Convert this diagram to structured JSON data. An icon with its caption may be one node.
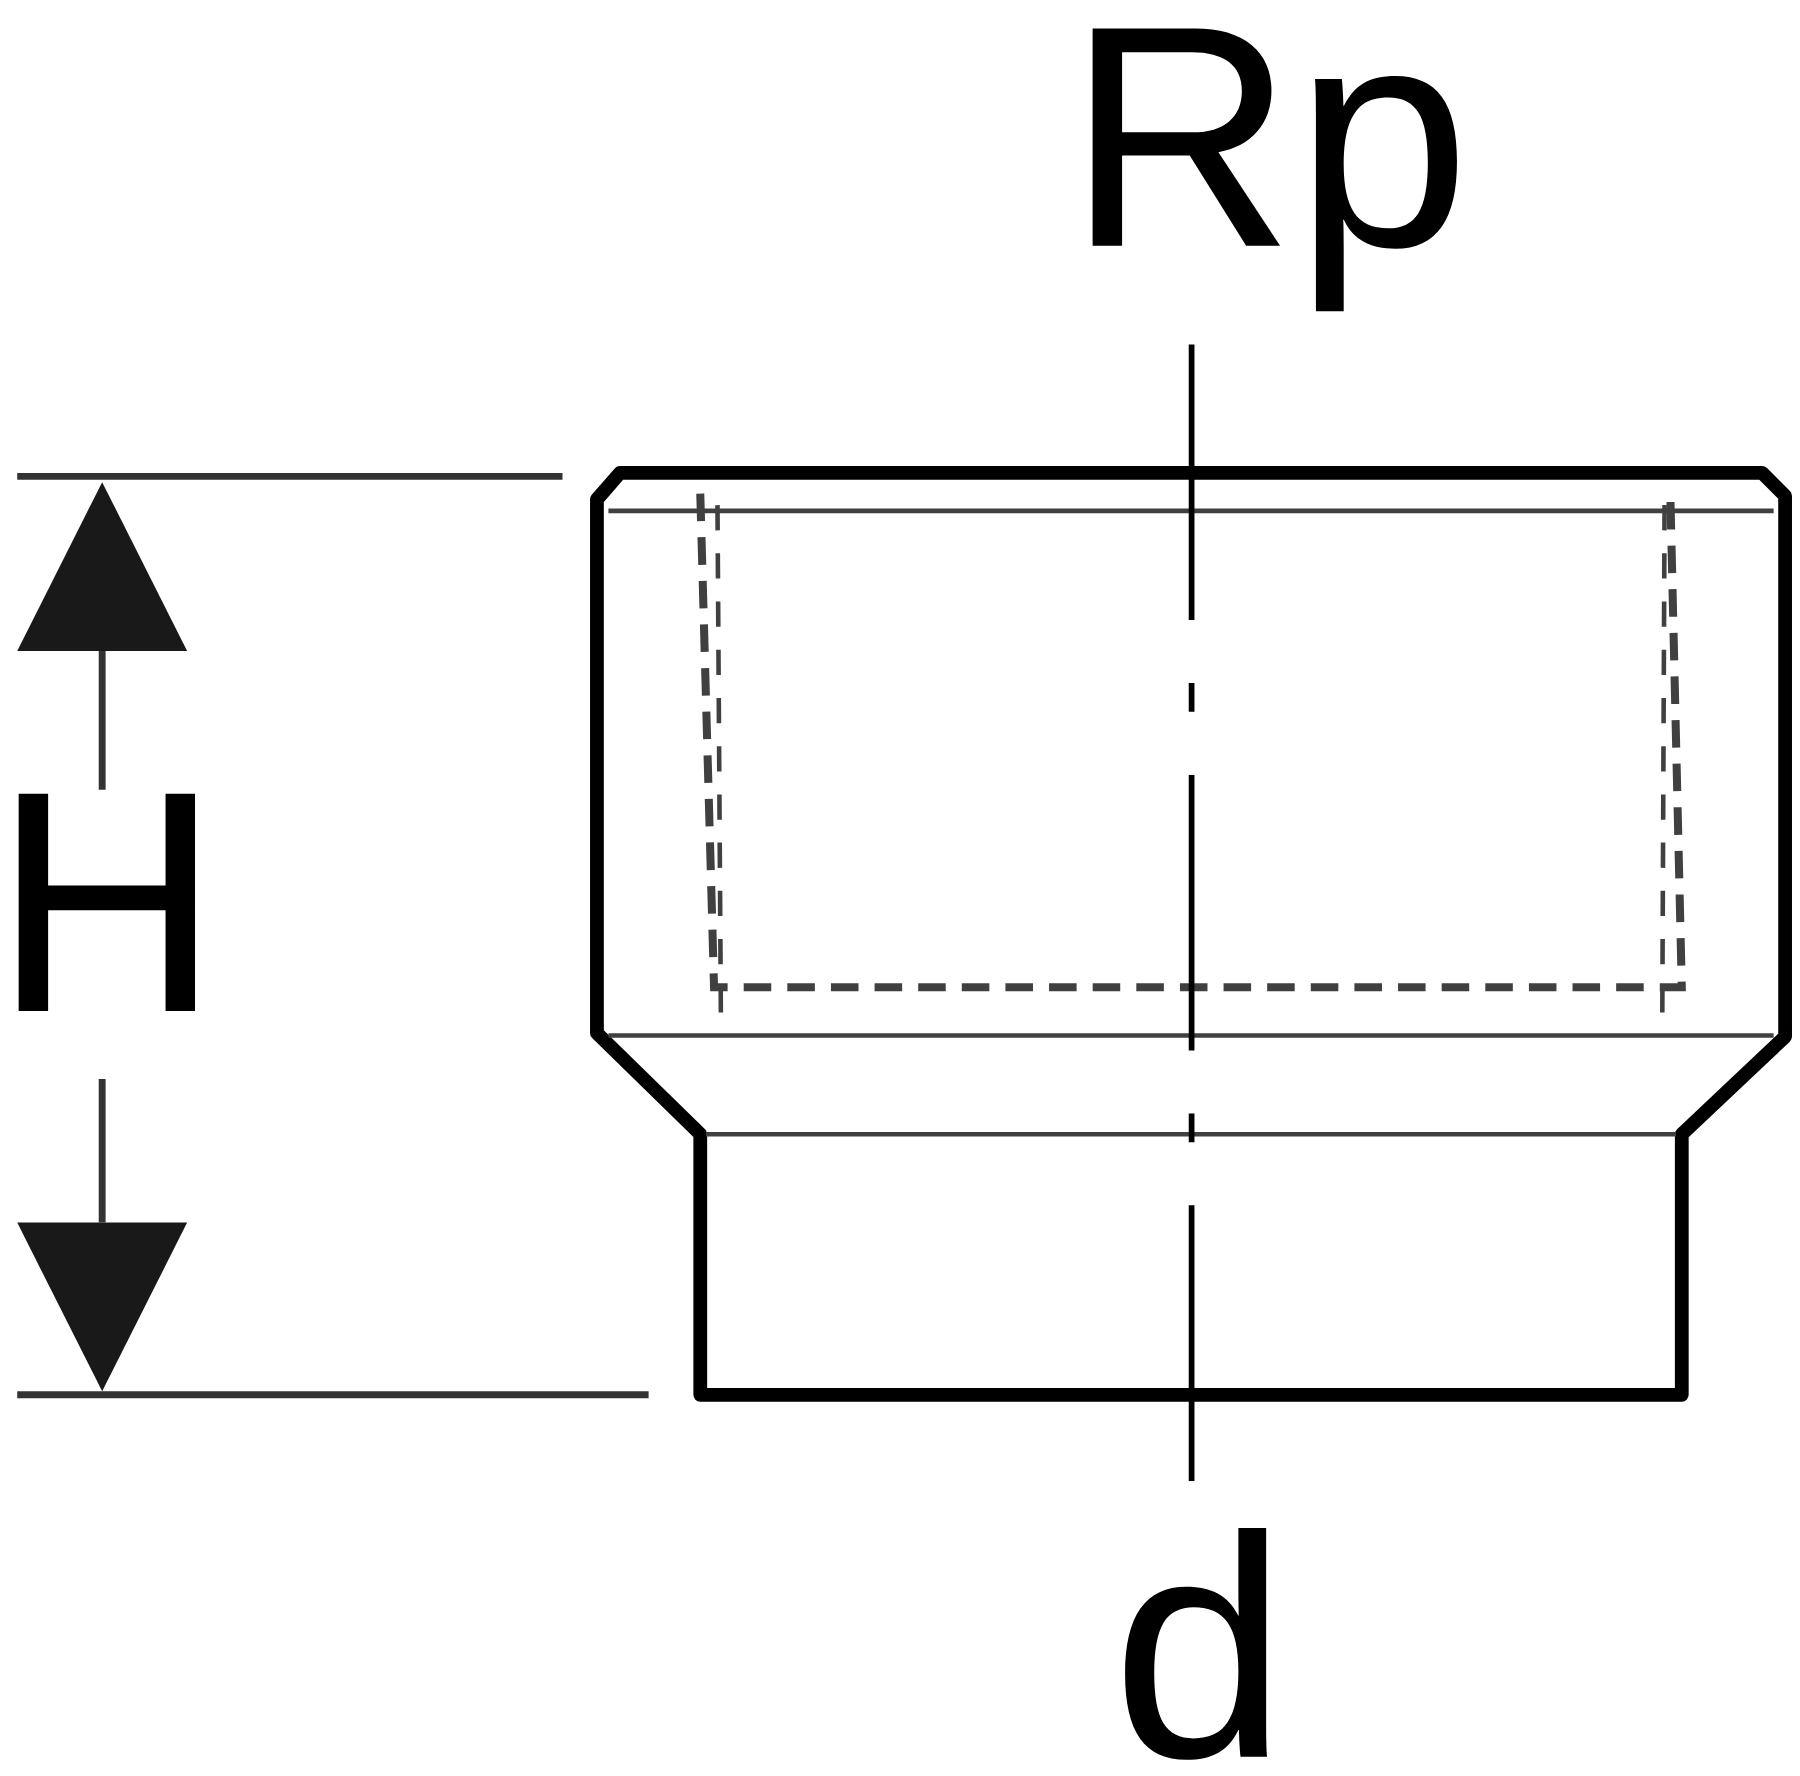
{
  "diagram": {
    "labels": [
      "Rp",
      "H",
      "d"
    ]
  }
}
